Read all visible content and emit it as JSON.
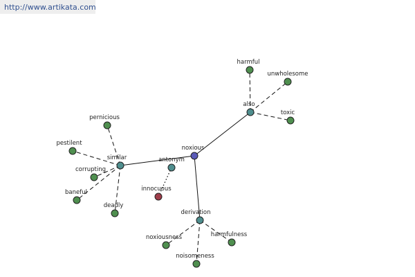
{
  "header": {
    "url": "http://www.artikata.com"
  },
  "colors": {
    "center": "#5b5bb8",
    "relation": "#4f8e8e",
    "word": "#4f8f4f",
    "antonym_word": "#9e3d4a"
  },
  "graph": {
    "nodes": [
      {
        "id": "noxious",
        "label": "noxious",
        "kind": "center"
      },
      {
        "id": "also",
        "label": "also",
        "kind": "relation"
      },
      {
        "id": "similar",
        "label": "similar",
        "kind": "relation"
      },
      {
        "id": "antonym",
        "label": "antonym",
        "kind": "relation"
      },
      {
        "id": "derivation",
        "label": "derivation",
        "kind": "relation"
      },
      {
        "id": "harmful",
        "label": "harmful",
        "kind": "word"
      },
      {
        "id": "unwholesome",
        "label": "unwholesome",
        "kind": "word"
      },
      {
        "id": "toxic",
        "label": "toxic",
        "kind": "word"
      },
      {
        "id": "pernicious",
        "label": "pernicious",
        "kind": "word"
      },
      {
        "id": "pestilent",
        "label": "pestilent",
        "kind": "word"
      },
      {
        "id": "corrupting",
        "label": "corrupting",
        "kind": "word"
      },
      {
        "id": "baneful",
        "label": "baneful",
        "kind": "word"
      },
      {
        "id": "deadly",
        "label": "deadly",
        "kind": "word"
      },
      {
        "id": "innocuous",
        "label": "innocuous",
        "kind": "antonym_word"
      },
      {
        "id": "noxiousness",
        "label": "noxiousness",
        "kind": "word"
      },
      {
        "id": "harmfulness",
        "label": "harmfulness",
        "kind": "word"
      },
      {
        "id": "noisomeness",
        "label": "noisomeness",
        "kind": "word"
      }
    ],
    "edges": [
      {
        "from": "noxious",
        "to": "also",
        "style": "solid"
      },
      {
        "from": "noxious",
        "to": "similar",
        "style": "solid"
      },
      {
        "from": "noxious",
        "to": "derivation",
        "style": "solid"
      },
      {
        "from": "also",
        "to": "harmful",
        "style": "dashed"
      },
      {
        "from": "also",
        "to": "unwholesome",
        "style": "dashed"
      },
      {
        "from": "also",
        "to": "toxic",
        "style": "dashed"
      },
      {
        "from": "similar",
        "to": "pernicious",
        "style": "dashed"
      },
      {
        "from": "similar",
        "to": "pestilent",
        "style": "dashed"
      },
      {
        "from": "similar",
        "to": "corrupting",
        "style": "dashed"
      },
      {
        "from": "similar",
        "to": "baneful",
        "style": "dashed"
      },
      {
        "from": "similar",
        "to": "deadly",
        "style": "dashed"
      },
      {
        "from": "antonym",
        "to": "innocuous",
        "style": "dotted"
      },
      {
        "from": "derivation",
        "to": "noxiousness",
        "style": "dashed"
      },
      {
        "from": "derivation",
        "to": "harmfulness",
        "style": "dashed"
      },
      {
        "from": "derivation",
        "to": "noisomeness",
        "style": "dashed"
      }
    ]
  }
}
